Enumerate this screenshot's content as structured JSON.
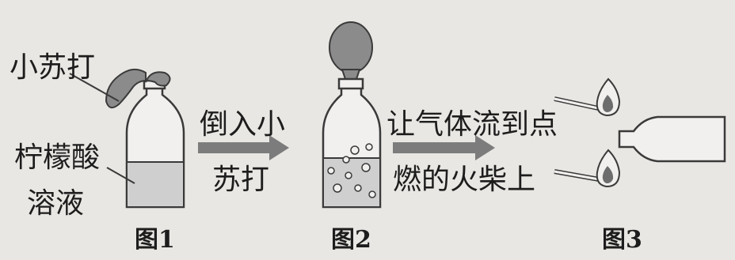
{
  "figure1": {
    "label_top": "小苏打",
    "label_mid": "柠檬酸",
    "label_bottom": "溶液",
    "caption": "图1"
  },
  "arrow1": {
    "line1": "倒入小",
    "line2": "苏打"
  },
  "figure2": {
    "caption": "图2"
  },
  "arrow2": {
    "line1": "让气体流到点",
    "line2": "燃的火柴上"
  },
  "figure3": {
    "caption": "图3"
  },
  "colors": {
    "background": "#e9e7e3",
    "balloon": "#8b8b8b",
    "solution": "#cfcfcf",
    "arrow": "#7c7c7c",
    "outline": "#3a3a3a",
    "flame_core": "#6d6d6d"
  }
}
